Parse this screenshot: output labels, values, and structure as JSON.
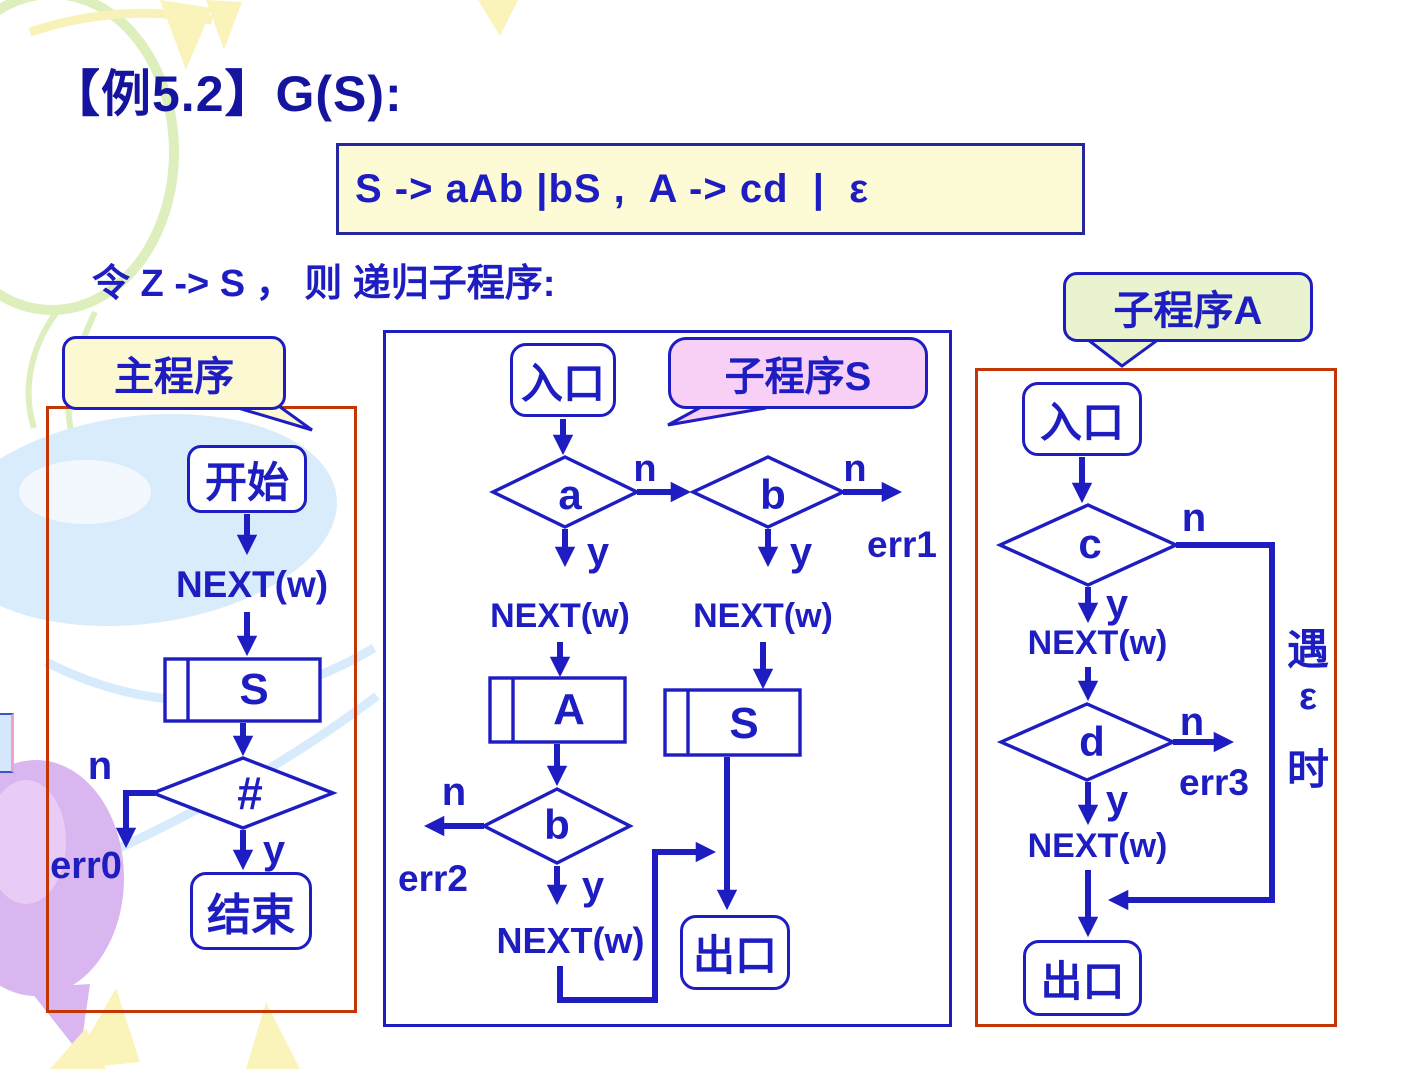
{
  "slide": {
    "title": "【例5.2】G(S):",
    "grammar": "S -> aAb |bS ,  A -> cd  |  ε",
    "intro": "令  Z -> S ， 则 递归子程序:"
  },
  "colors": {
    "flow_blue": "#1d1dc1",
    "title_blue": "#14149e",
    "panel_red_border": "#c23705",
    "panel_blue_border": "#1d1dc1",
    "grammar_bg": "#fdfad6",
    "callout_main_bg": "#fcf8d2",
    "callout_subS_bg": "#f9d0f5",
    "callout_subA_bg": "#e9f3cd"
  },
  "main": {
    "callout": "主程序",
    "start": "开始",
    "next": "NEXT(w)",
    "call_s": "S",
    "cond": "#",
    "n": "n",
    "y": "y",
    "err": "err0",
    "end": "结束"
  },
  "subS": {
    "callout": "子程序S",
    "entry": "入口",
    "cond_a": "a",
    "n_ab": "n",
    "cond_b": "b",
    "n_b": "n",
    "err1": "err1",
    "y_a": "y",
    "y_b": "y",
    "next_a": "NEXT(w)",
    "next_b": "NEXT(w)",
    "call_a": "A",
    "call_s": "S",
    "n_b2": "n",
    "cond_b2": "b",
    "err2": "err2",
    "y_b2": "y",
    "next_b2": "NEXT(w)",
    "exit": "出口"
  },
  "subA": {
    "callout": "子程序A",
    "entry": "入口",
    "cond_c": "c",
    "n_c": "n",
    "y_c": "y",
    "next_c": "NEXT(w)",
    "cond_d": "d",
    "n_d": "n",
    "err3": "err3",
    "y_d": "y",
    "next_d": "NEXT(w)",
    "exit": "出口",
    "note": [
      "遇",
      "ε",
      "时"
    ]
  }
}
